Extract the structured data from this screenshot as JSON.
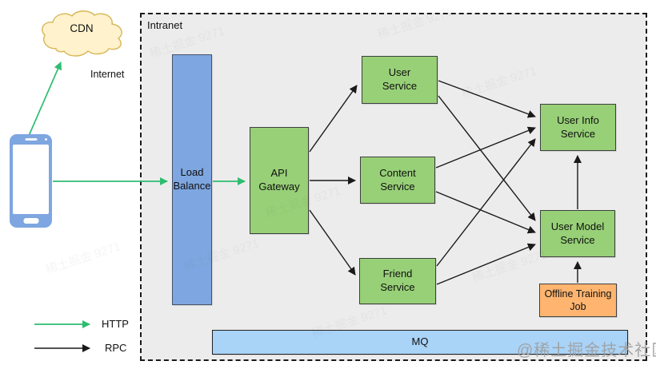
{
  "external": {
    "cdn_label": "CDN",
    "internet_label": "Internet",
    "client": "Mobile Client"
  },
  "intranet": {
    "label": "Intranet"
  },
  "nodes": {
    "load_balance": "Load Balance",
    "api_gateway": "API Gateway",
    "user_service": "User Service",
    "content_service": "Content Service",
    "friend_service": "Friend Service",
    "user_info_service": "User Info Service",
    "user_model_service": "User Model Service",
    "offline_training_job": "Offline Training Job",
    "mq": "MQ"
  },
  "edges": [
    {
      "from": "Mobile Client",
      "to": "CDN",
      "protocol": "HTTP"
    },
    {
      "from": "Mobile Client",
      "to": "Load Balance",
      "protocol": "HTTP"
    },
    {
      "from": "Load Balance",
      "to": "API Gateway",
      "protocol": "HTTP"
    },
    {
      "from": "API Gateway",
      "to": "User Service",
      "protocol": "RPC"
    },
    {
      "from": "API Gateway",
      "to": "Content Service",
      "protocol": "RPC"
    },
    {
      "from": "API Gateway",
      "to": "Friend Service",
      "protocol": "RPC"
    },
    {
      "from": "User Service",
      "to": "User Info Service",
      "protocol": "RPC"
    },
    {
      "from": "User Service",
      "to": "User Model Service",
      "protocol": "RPC"
    },
    {
      "from": "Content Service",
      "to": "User Info Service",
      "protocol": "RPC"
    },
    {
      "from": "Content Service",
      "to": "User Model Service",
      "protocol": "RPC"
    },
    {
      "from": "Friend Service",
      "to": "User Info Service",
      "protocol": "RPC"
    },
    {
      "from": "Friend Service",
      "to": "User Model Service",
      "protocol": "RPC"
    },
    {
      "from": "User Model Service",
      "to": "User Info Service",
      "protocol": "RPC"
    },
    {
      "from": "Offline Training Job",
      "to": "User Model Service",
      "protocol": "RPC"
    }
  ],
  "legend": {
    "http": "HTTP",
    "rpc": "RPC"
  },
  "watermark": {
    "badge": "@稀土掘金技术社区",
    "tiled": "稀土掘金 9271"
  },
  "colors": {
    "intranet_bg": "#ececec",
    "green_node": "#97d077",
    "node_border": "#3f3f3f",
    "blue_node": "#7ea6e0",
    "blue_node_border": "#44546a",
    "mq_bar": "#a9d3f7",
    "orange_node": "#ffb570",
    "cloud_fill": "#fff2cc",
    "cloud_stroke": "#d6b656",
    "phone_blue": "#7ea6e0",
    "http_arrow": "#2ebd70",
    "rpc_arrow": "#1a1a1a",
    "watermark": "#9e9e9e"
  }
}
